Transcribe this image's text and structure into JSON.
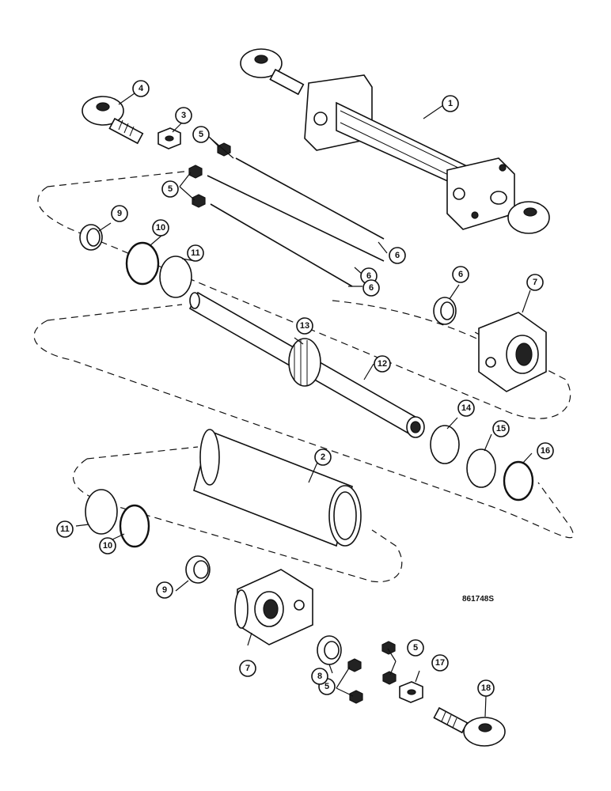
{
  "reference_code": "861748S",
  "callouts": [
    {
      "id": "c1",
      "label": "1"
    },
    {
      "id": "c2",
      "label": "2"
    },
    {
      "id": "c3",
      "label": "3"
    },
    {
      "id": "c4",
      "label": "4"
    },
    {
      "id": "c5a",
      "label": "5"
    },
    {
      "id": "c5b",
      "label": "5"
    },
    {
      "id": "c5c",
      "label": "5"
    },
    {
      "id": "c5d",
      "label": "5"
    },
    {
      "id": "c6a",
      "label": "6"
    },
    {
      "id": "c6b",
      "label": "6"
    },
    {
      "id": "c6c",
      "label": "6"
    },
    {
      "id": "c6d",
      "label": "6"
    },
    {
      "id": "c7a",
      "label": "7"
    },
    {
      "id": "c7b",
      "label": "7"
    },
    {
      "id": "c8",
      "label": "8"
    },
    {
      "id": "c9a",
      "label": "9"
    },
    {
      "id": "c9b",
      "label": "9"
    },
    {
      "id": "c10a",
      "label": "10"
    },
    {
      "id": "c10b",
      "label": "10"
    },
    {
      "id": "c11a",
      "label": "11"
    },
    {
      "id": "c11b",
      "label": "11"
    },
    {
      "id": "c12",
      "label": "12"
    },
    {
      "id": "c13",
      "label": "13"
    },
    {
      "id": "c14",
      "label": "14"
    },
    {
      "id": "c15",
      "label": "15"
    },
    {
      "id": "c16",
      "label": "16"
    },
    {
      "id": "c17",
      "label": "17"
    },
    {
      "id": "c18",
      "label": "18"
    }
  ]
}
